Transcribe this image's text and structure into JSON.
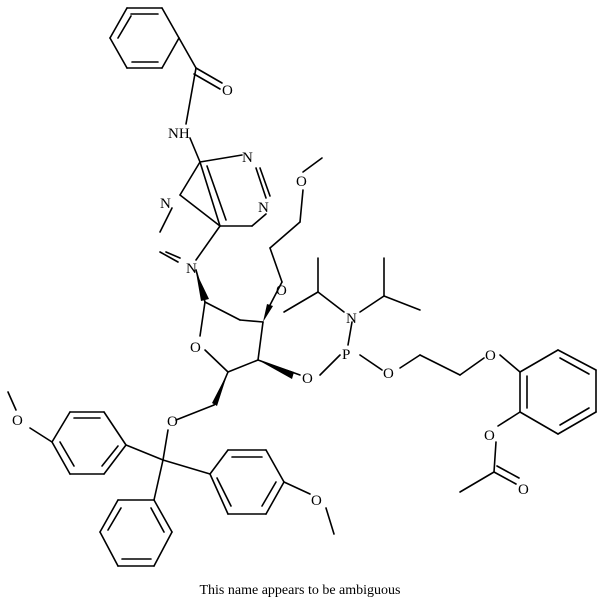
{
  "caption": "This name appears to be ambiguous",
  "atom_labels": {
    "o_carbonyl": "O",
    "nh_amide": "NH",
    "n_purine_1": "N",
    "n_purine_3": "N",
    "n_purine_7": "N",
    "n_purine_9": "N",
    "o_methoxy_chain": "O",
    "o_methoxyethoxy": "O",
    "o_ring": "O",
    "o_3prime": "O",
    "n_diisopropyl": "N",
    "p_phosphorus": "P",
    "o_phosphite": "O",
    "o_aryl_ether": "O",
    "o_5prime": "O",
    "o_methoxy_left": "O",
    "o_methoxy_right": "O",
    "o_acetate_ester": "O",
    "o_acetate_carbonyl": "O"
  }
}
